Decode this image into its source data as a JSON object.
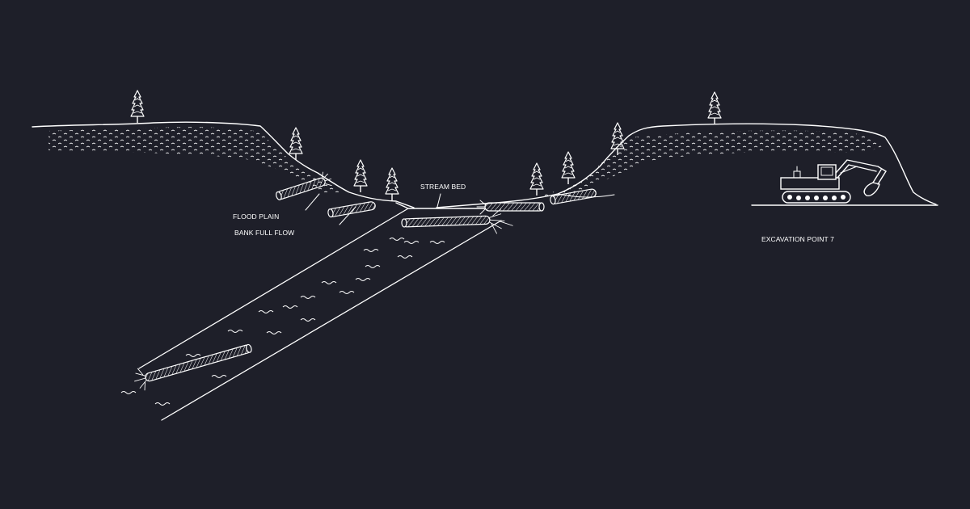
{
  "diagram": {
    "background": "#1e1f29",
    "ink_color": "#ffffff",
    "labels": {
      "flood_plain": "FLOOD PLAIN",
      "bank_full_flow": "BANK FULL FLOW",
      "stream_bed": "STREAM BED",
      "excavation_point": "EXCAVATION POINT 7"
    },
    "icons": [
      "pine-tree-icon",
      "log-icon",
      "excavator-icon",
      "water-ripple-icon"
    ]
  }
}
